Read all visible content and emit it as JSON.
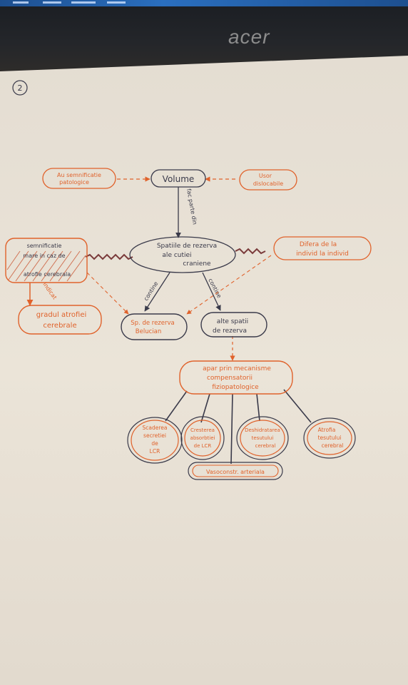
{
  "laptop": {
    "brand": "acer"
  },
  "page": {
    "number": "2"
  },
  "colors": {
    "ink_black": "#3a3a4a",
    "ink_orange": "#e0622b",
    "paper": "#e8e0d4"
  },
  "map": {
    "volume": "Volume",
    "left_top": [
      "Au semnificatie",
      "patologice"
    ],
    "right_top": [
      "Usor",
      "dislocabile"
    ],
    "fac_parte_din": "fac parte din",
    "center": [
      "Spatiile de rezerva",
      "ale cutiei",
      "craniene"
    ],
    "right_mid": [
      "Difera de la",
      "individ la individ"
    ],
    "left_mid": [
      "semnificatie",
      "mare in caz de",
      "atrofie cerebrala"
    ],
    "indicat": "indicat",
    "left_bottom": [
      "gradul atrofiei",
      "cerebrale"
    ],
    "contine_left": "contine",
    "contine_right": "contine",
    "sp_rezerva": [
      "Sp. de rezerva",
      "Belucian"
    ],
    "alte_spatii": [
      "alte spatii",
      "de rezerva"
    ],
    "apar": [
      "apar prin mecanisme",
      "compensatorii",
      "fiziopatologice"
    ],
    "sub1": [
      "Scaderea",
      "secretiei",
      "de",
      "LCR"
    ],
    "sub2": [
      "Cresterea",
      "absorbtiei",
      "de LCR"
    ],
    "sub3": "Vasoconstr. arteriala",
    "sub4": [
      "Deshidratarea",
      "tesutului",
      "cerebral"
    ],
    "sub5": [
      "Atrofia",
      "tesutului",
      "cerebral"
    ]
  }
}
